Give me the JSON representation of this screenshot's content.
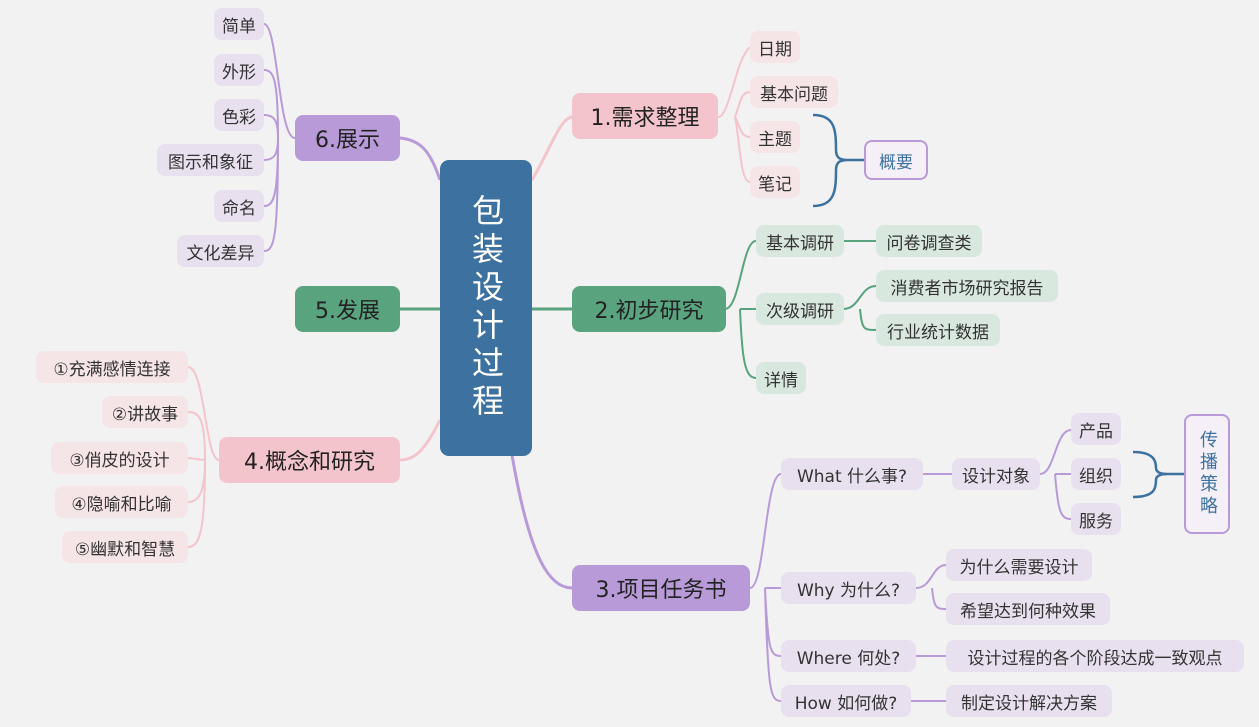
{
  "center": {
    "title": "包装设计过程"
  },
  "colors": {
    "center": "#3d72a0",
    "pink": "#f4c4cc",
    "green": "#5aa37f",
    "purple": "#b89ad8",
    "bracket": "#3d72a0"
  },
  "branches": {
    "requirements": {
      "label": "1.需求整理",
      "items": [
        "日期",
        "基本问题",
        "主题",
        "笔记"
      ],
      "summary": "概要"
    },
    "research": {
      "label": "2.初步研究",
      "basic": "基本调研",
      "basic_children": [
        "问卷调查类"
      ],
      "secondary": "次级调研",
      "secondary_children": [
        "消费者市场研究报告",
        "行业统计数据"
      ],
      "details": "详情"
    },
    "brief": {
      "label": "3.项目任务书",
      "what": "What 什么事?",
      "what_child": "设计对象",
      "what_grandchildren": [
        "产品",
        "组织",
        "服务"
      ],
      "what_summary": "传播策略",
      "why": "Why 为什么?",
      "why_children": [
        "为什么需要设计",
        "希望达到何种效果"
      ],
      "where": "Where 何处?",
      "where_children": [
        "设计过程的各个阶段达成一致观点"
      ],
      "how": "How 如何做?",
      "how_children": [
        "制定设计解决方案"
      ]
    },
    "concept": {
      "label": "4.概念和研究",
      "items": [
        "①充满感情连接",
        "②讲故事",
        "③俏皮的设计",
        "④隐喻和比喻",
        "⑤幽默和智慧"
      ]
    },
    "development": {
      "label": "5.发展"
    },
    "display": {
      "label": "6.展示",
      "items": [
        "简单",
        "外形",
        "色彩",
        "图示和象征",
        "命名",
        "文化差异"
      ]
    }
  }
}
